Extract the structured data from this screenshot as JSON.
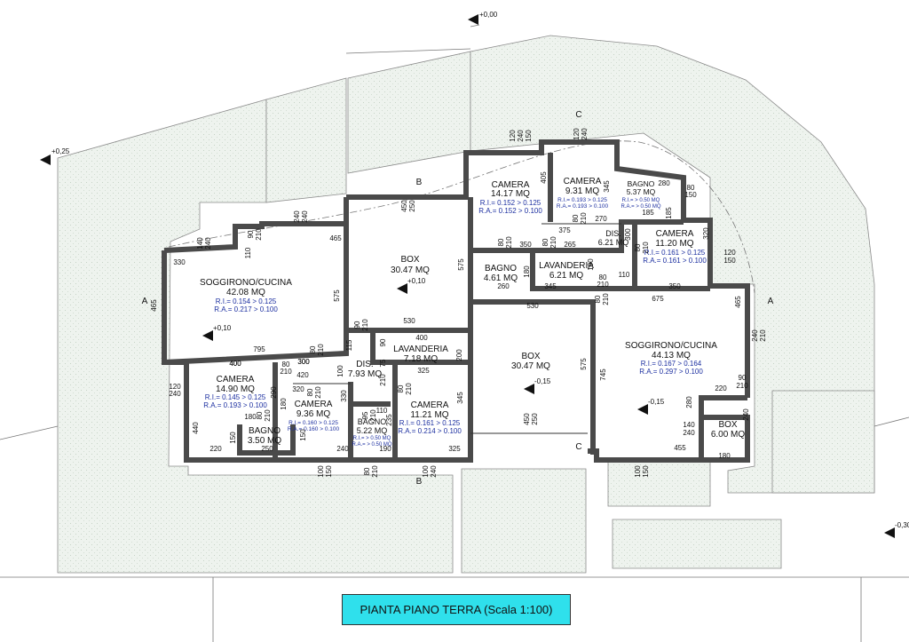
{
  "title": "PIANTA PIANO TERRA (Scala 1:100)",
  "colors": {
    "wall": "#4a4a4a",
    "garden": "#eef3ee",
    "ratio": "#1c2fa0",
    "title_bg": "#2fe0ec"
  },
  "levels": {
    "top": "+0,00",
    "left": "+0,25",
    "right": "-0,30"
  },
  "sections": {
    "a": "A",
    "b": "B",
    "c": "C"
  },
  "rooms": {
    "soggiorno_w": {
      "name": "SOGGIRONO/CUCINA",
      "area": "42.08 MQ",
      "ri": "R.I.= 0.154 > 0.125",
      "ra": "R.A.= 0.217 > 0.100",
      "level": "+0,10"
    },
    "box_c": {
      "name": "BOX",
      "area": "30.47 MQ",
      "level": "+0,10"
    },
    "camera_a": {
      "name": "CAMERA",
      "area": "14.17 MQ",
      "ri": "R.I.= 0.152 > 0.125",
      "ra": "R.A.= 0.152 > 0.100"
    },
    "camera_b": {
      "name": "CAMERA",
      "area": "9.31 MQ",
      "ri": "R.I.= 0.193 > 0.125",
      "ra": "R.A.= 0.193 > 0.100"
    },
    "bagno_ne": {
      "name": "BAGNO",
      "area": "5.37 MQ",
      "ri": "R.I.= > 0.50 MQ",
      "ra": "R.A.= > 0.50 MQ"
    },
    "dis_e": {
      "name": "DIS.",
      "area": "6.21 MQ"
    },
    "camera_c": {
      "name": "CAMERA",
      "area": "11.20 MQ",
      "ri": "R.I.= 0.161 > 0.125",
      "ra": "R.A.= 0.161 > 0.100"
    },
    "bagno_m": {
      "name": "BAGNO",
      "area": "4.61 MQ"
    },
    "lavanderia_e": {
      "name": "LAVANDERIA",
      "area": "6.21 MQ"
    },
    "lavanderia_w": {
      "name": "LAVANDERIA",
      "area": "7.18 MQ"
    },
    "dis_w": {
      "name": "DIS.",
      "area": "7.93 MQ"
    },
    "camera_d": {
      "name": "CAMERA",
      "area": "14.90 MQ",
      "ri": "R.I.= 0.145 > 0.125",
      "ra": "R.A.= 0.193 > 0.100"
    },
    "camera_e": {
      "name": "CAMERA",
      "area": "9.36 MQ",
      "ri": "R.I.= 0.160 > 0.125",
      "ra": "R.A.= 0.160 > 0.100"
    },
    "bagno_sw": {
      "name": "BAGNO",
      "area": "3.50 MQ"
    },
    "bagno_s": {
      "name": "BAGNO",
      "area": "5.22 MQ",
      "ri": "R.I.= > 0.50 MQ",
      "ra": "R.A.= > 0.50 MQ"
    },
    "camera_f": {
      "name": "CAMERA",
      "area": "11.21 MQ",
      "ri": "R.I.= 0.161 > 0.125",
      "ra": "R.A.= 0.214 > 0.100"
    },
    "box_s": {
      "name": "BOX",
      "area": "30.47 MQ",
      "level": "-0,15"
    },
    "soggiorno_e": {
      "name": "SOGGIRONO/CUCINA",
      "area": "44.13 MQ",
      "ri": "R.I.= 0.167 > 0.164",
      "ra": "R.A.= 0.297 > 0.100",
      "level": "-0,15"
    },
    "box_e": {
      "name": "BOX",
      "area": "6.00 MQ"
    }
  },
  "dims": {
    "d1": "140",
    "d2": "240",
    "d3": "90",
    "d4": "210",
    "d5": "240",
    "d6": "240",
    "d7": "465",
    "d8": "330",
    "d9": "110",
    "d10": "465",
    "d11": "575",
    "d12": "795",
    "d13": "80",
    "d14": "210",
    "d15": "450",
    "d16": "250",
    "d17": "575",
    "d18": "530",
    "d19": "90",
    "d20": "210",
    "d21": "115",
    "d22": "300",
    "d23": "400",
    "d24": "400",
    "d25": "200",
    "d26": "90",
    "d27": "120",
    "d28": "240",
    "d29": "150",
    "d30": "405",
    "d31": "120",
    "d32": "240",
    "d33": "345",
    "d34": "280",
    "d35": "80",
    "d36": "150",
    "d37": "80",
    "d38": "210",
    "d39": "270",
    "d40": "185",
    "d41": "185",
    "d42": "375",
    "d43": "80",
    "d44": "210",
    "d45": "350",
    "d46": "265",
    "d47": "80",
    "d48": "210",
    "d49": "300",
    "d50": "80",
    "d51": "210",
    "d52": "320",
    "d53": "120",
    "d54": "150",
    "d55": "260",
    "d56": "180",
    "d57": "345",
    "d58": "190",
    "d59": "110",
    "d60": "80",
    "d61": "210",
    "d62": "350",
    "d63": "80",
    "d64": "210",
    "d65": "675",
    "d66": "530",
    "d67": "465",
    "d68": "240",
    "d69": "210",
    "d70": "575",
    "d71": "745",
    "d72": "90",
    "d73": "210",
    "d74": "220",
    "d75": "280",
    "d76": "240",
    "d77": "450",
    "d78": "250",
    "d79": "140",
    "d80": "240",
    "d81": "455",
    "d82": "180",
    "d83": "120",
    "d84": "240",
    "d85": "400",
    "d86": "80",
    "d87": "210",
    "d88": "300",
    "d89": "100",
    "d90": "420",
    "d91": "320",
    "d92": "80",
    "d93": "210",
    "d94": "290",
    "d95": "180",
    "d96": "75",
    "d97": "210",
    "d98": "80",
    "d99": "210",
    "d100": "325",
    "d101": "440",
    "d102": "150",
    "d103": "180",
    "d104": "80",
    "d105": "210",
    "d106": "150",
    "d107": "330",
    "d108": "95",
    "d109": "210",
    "d110": "110",
    "d111": "235",
    "d112": "345",
    "d113": "220",
    "d114": "250",
    "d115": "240",
    "d116": "190",
    "d117": "325",
    "d118": "100",
    "d119": "150",
    "d120": "80",
    "d121": "210",
    "d122": "100",
    "d123": "240",
    "d124": "100",
    "d125": "150"
  }
}
